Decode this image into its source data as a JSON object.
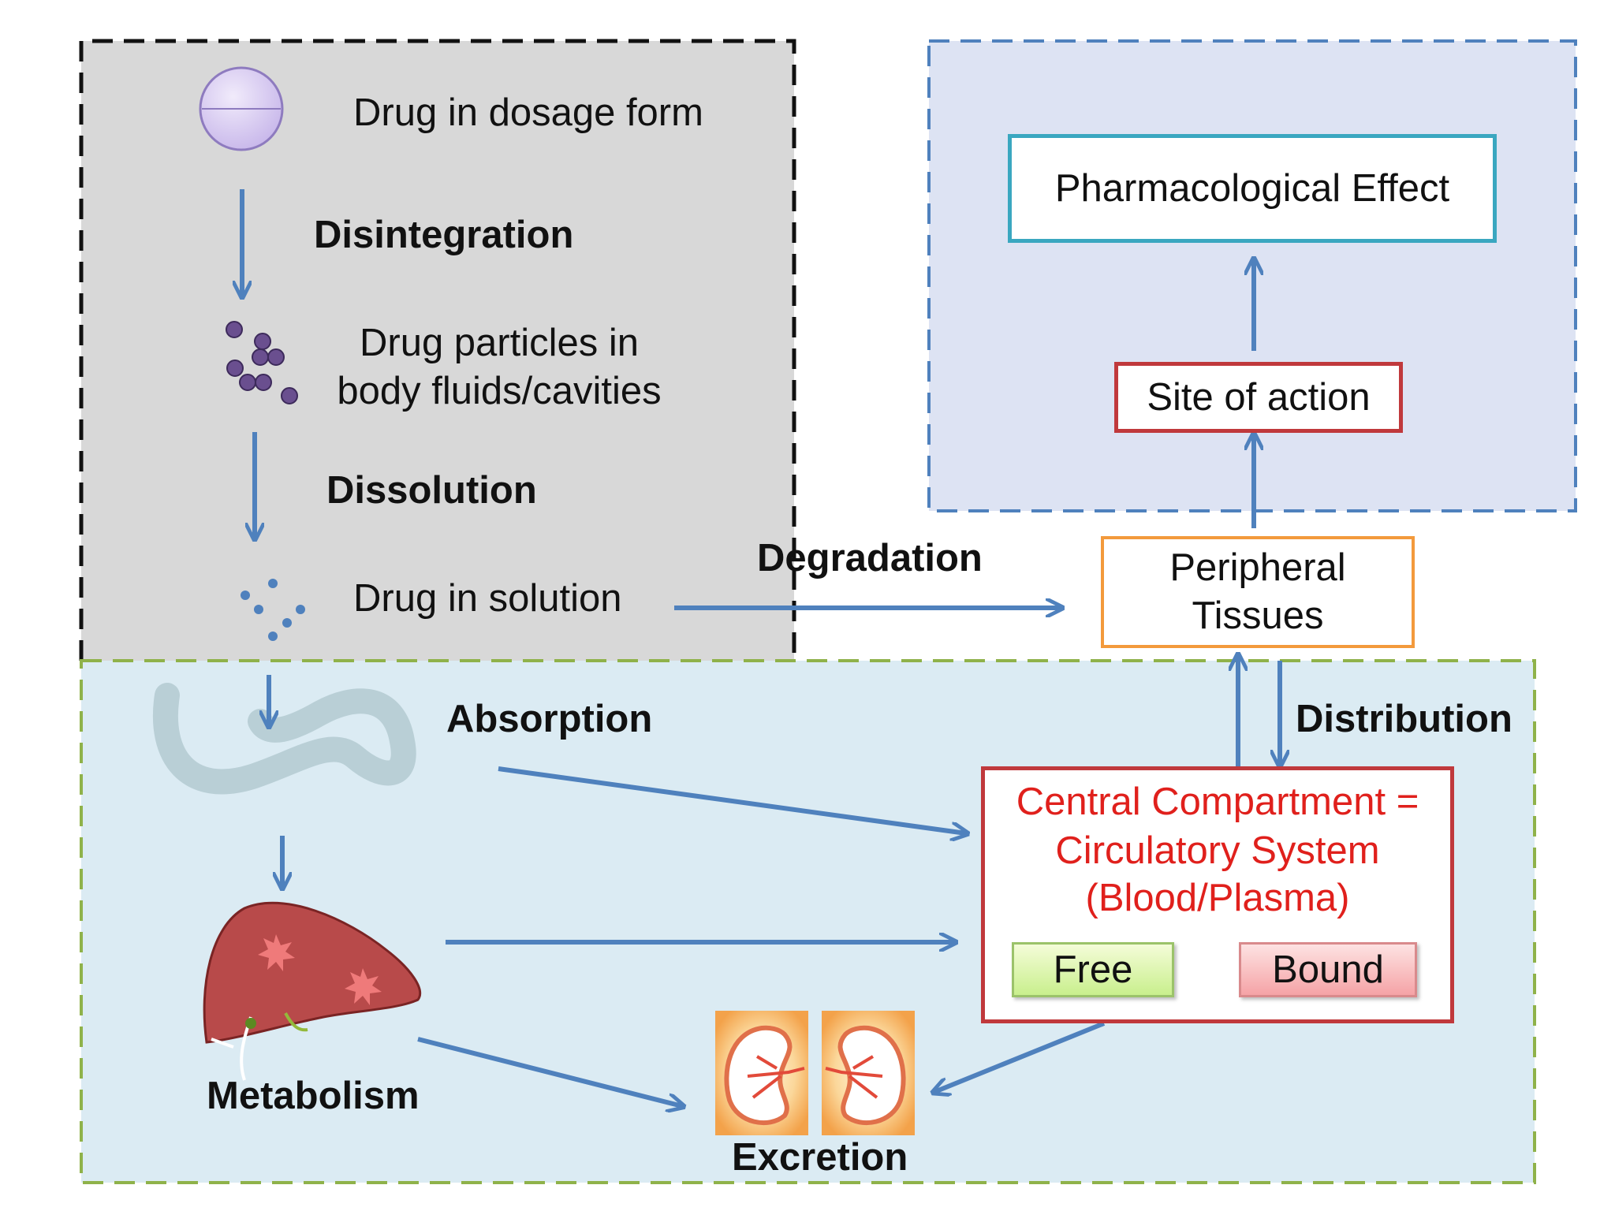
{
  "absorption_panel": {
    "dosage_form": "Drug in dosage form",
    "disintegration": "Disintegration",
    "particles_line1": "Drug particles in",
    "particles_line2": "body fluids/cavities",
    "dissolution": "Dissolution",
    "solution": "Drug in solution"
  },
  "degradation": "Degradation",
  "effect_panel": {
    "effect": "Pharmacological Effect",
    "site": "Site of action"
  },
  "peripheral": {
    "line1": "Peripheral",
    "line2": "Tissues"
  },
  "distribution": "Distribution",
  "absorption": "Absorption",
  "central": {
    "line1": "Central Compartment =",
    "line2": "Circulatory System",
    "line3": "(Blood/Plasma)",
    "free": "Free",
    "bound": "Bound"
  },
  "metabolism": "Metabolism",
  "excretion": "Excretion",
  "colors": {
    "arrow": "#4f81bd",
    "gray_panel": "#d8d8d8",
    "blue_panel": "#dde3f3",
    "light_blue_panel": "#dbebf3",
    "central_text": "#e0201c",
    "central_border": "#c0393c",
    "peripheral_border": "#f39a3c",
    "effect_border": "#3aa7c0"
  }
}
